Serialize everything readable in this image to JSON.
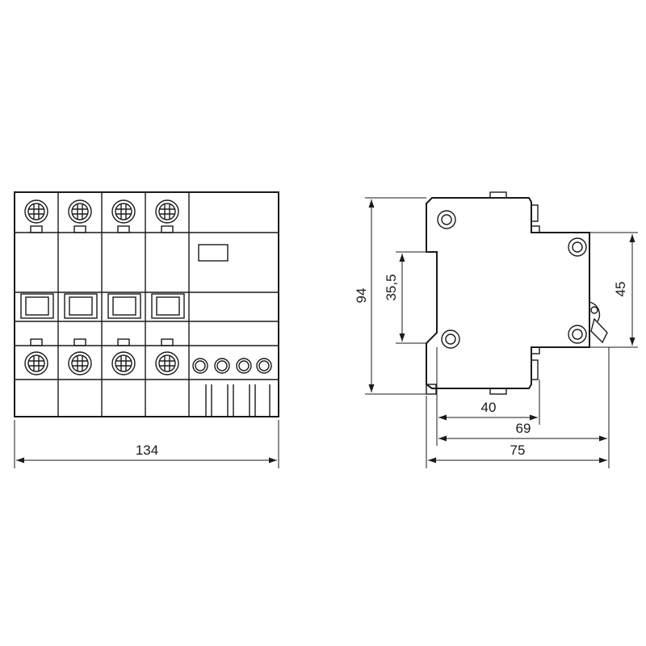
{
  "front_view": {
    "width_label": "134"
  },
  "side_view": {
    "height_label": "94",
    "inner_height_label": "35,5",
    "right_height_label": "45",
    "depth_label_1": "40",
    "depth_label_2": "69",
    "depth_label_3": "75"
  }
}
